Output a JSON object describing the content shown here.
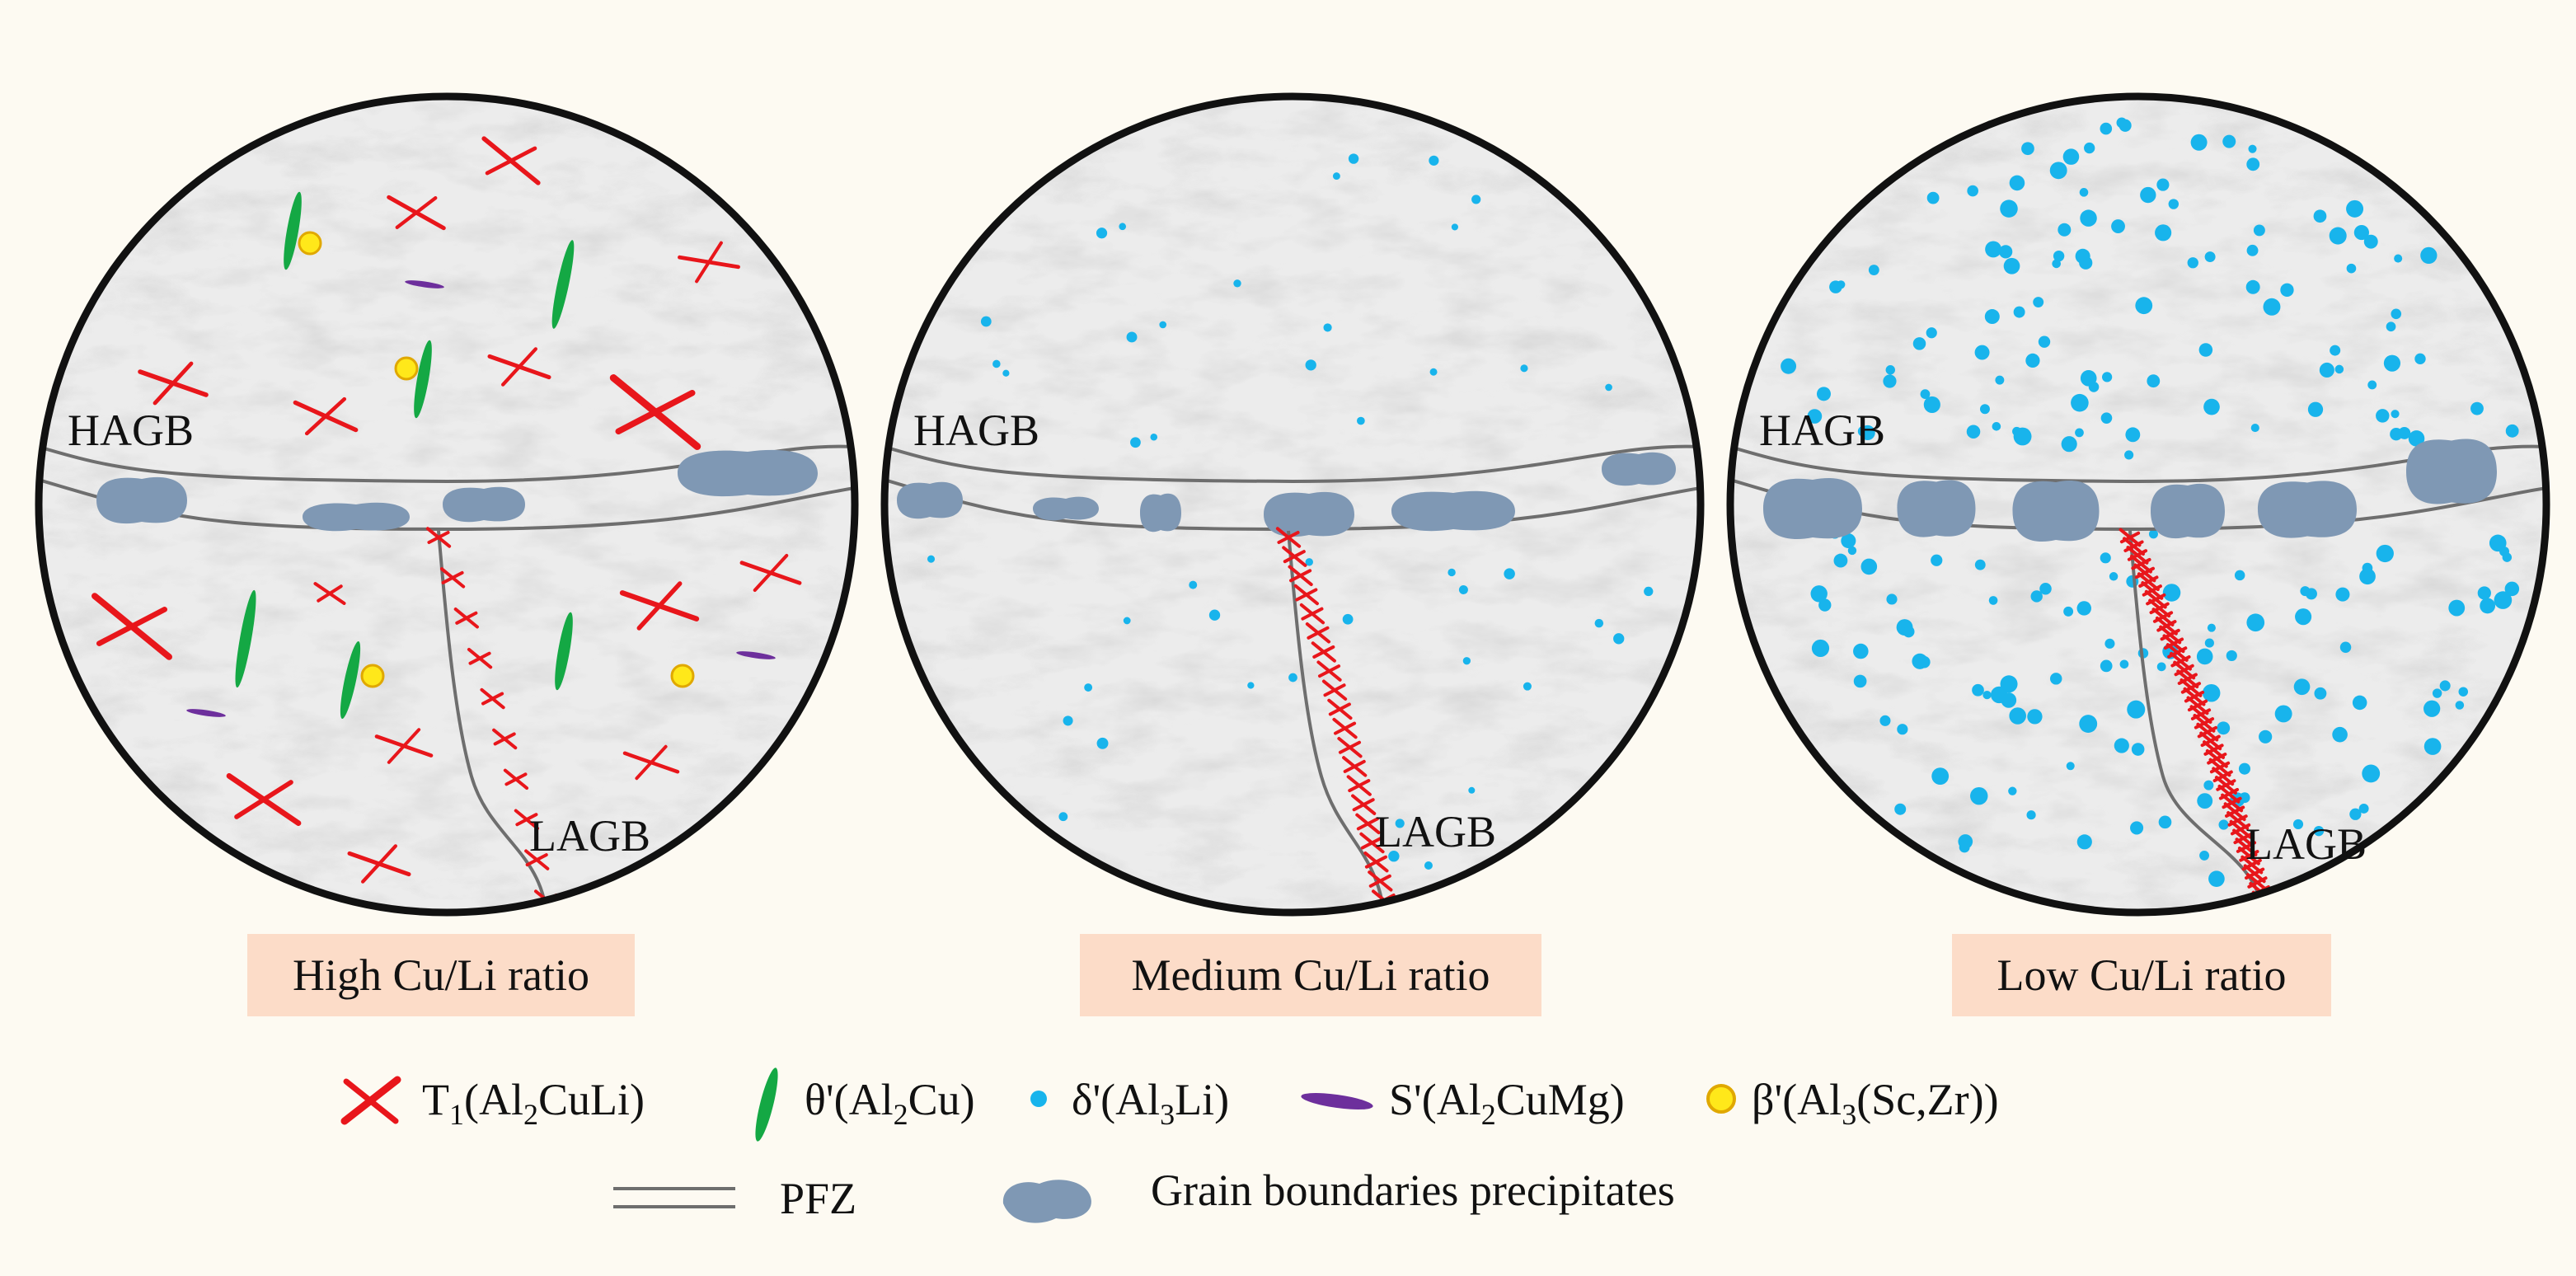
{
  "colors": {
    "background": "#fdfaf2",
    "circle_fill": "#ececec",
    "circle_stroke": "#111111",
    "t1": "#e8161b",
    "theta": "#14a844",
    "delta": "#18b4ec",
    "s": "#6d2f9c",
    "beta_fill": "#ffe81a",
    "beta_stroke": "#e0a800",
    "gb_precip": "#7f98b4",
    "pfz_line": "#6e6e6e",
    "title_bg": "#fcdcc8"
  },
  "panels": [
    {
      "id": "high",
      "title": "High Cu/Li ratio",
      "hagb": "HAGB",
      "lagb": "LAGB"
    },
    {
      "id": "medium",
      "title": "Medium Cu/Li ratio",
      "hagb": "HAGB",
      "lagb": "LAGB"
    },
    {
      "id": "low",
      "title": "Low Cu/Li ratio",
      "hagb": "HAGB",
      "lagb": "LAGB"
    }
  ],
  "legend": {
    "t1": {
      "main": "T",
      "s1": "1",
      "a": "(Al",
      "s2": "2",
      "b": "CuLi)",
      "icon": "red-cross-icon"
    },
    "theta": {
      "a": "θ'(Al",
      "s1": "2",
      "b": "Cu)",
      "icon": "green-needle-icon"
    },
    "delta": {
      "a": "δ'(Al",
      "s1": "3",
      "b": "Li)",
      "icon": "blue-dot-icon"
    },
    "s": {
      "a": "S'(Al",
      "s1": "2",
      "b": "CuMg)",
      "icon": "purple-rod-icon"
    },
    "beta": {
      "a": "β'(Al",
      "s1": "3",
      "b": "(Sc,Zr))",
      "icon": "yellow-dot-icon"
    },
    "pfz": {
      "label": "PFZ",
      "icon": "double-line-icon"
    },
    "gbp": {
      "label": "Grain boundaries precipitates",
      "icon": "blob-icon"
    }
  }
}
